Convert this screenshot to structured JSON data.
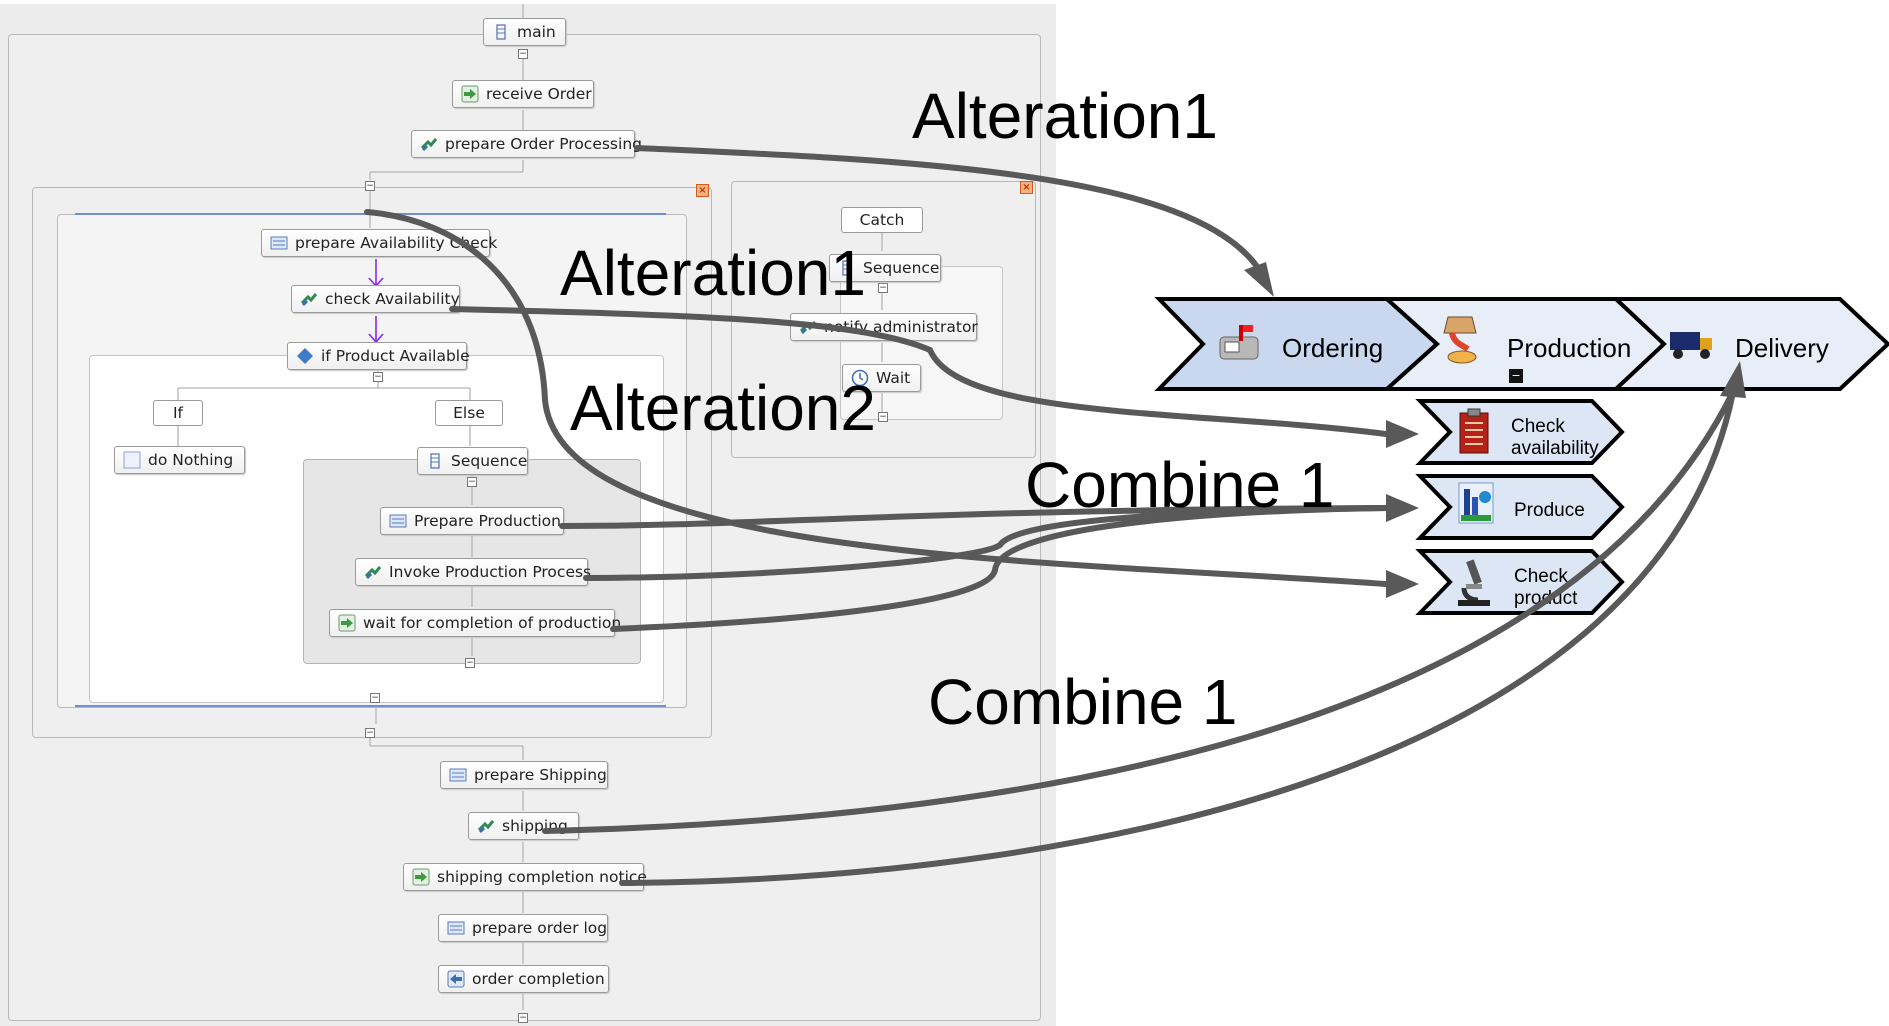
{
  "workflow": {
    "main": "main",
    "receive_order": "receive Order",
    "prepare_order_processing": "prepare Order Processing",
    "prepare_availability_check": "prepare Availability Check",
    "check_availability": "check Availability",
    "if_product_available": "if Product Available",
    "if_label": "If",
    "do_nothing": "do Nothing",
    "else_label": "Else",
    "sequence": "Sequence",
    "prepare_production": "Prepare Production",
    "invoke_production_process": "Invoke Production Process",
    "wait_for_completion": "wait for completion of production",
    "catch_label": "Catch",
    "catch_sequence": "Sequence",
    "notify_administrator": "notify administrator",
    "wait": "Wait",
    "prepare_shipping": "prepare Shipping",
    "shipping": "shipping",
    "shipping_completion_notice": "shipping completion notice",
    "prepare_order_log": "prepare order log",
    "order_completion": "order completion"
  },
  "annotations": {
    "alteration1_top": "Alteration1",
    "alteration1_mid": "Alteration1",
    "alteration2": "Alteration2",
    "combine1_top": "Combine 1",
    "combine1_bottom": "Combine 1"
  },
  "process_map": {
    "stages": [
      "Ordering",
      "Production",
      "Delivery"
    ],
    "subprocesses": {
      "check_availability": "Check\navailability",
      "produce": "Produce",
      "check_product": "Check\nproduct"
    }
  },
  "icons": {
    "sequence": "sequence-icon",
    "receive": "receive-arrow-icon",
    "invoke": "invoke-icon",
    "assign": "assign-icon",
    "if": "diamond-icon",
    "empty": "empty-icon",
    "wait": "clock-icon",
    "reply": "reply-icon",
    "ordering": "mailbox-icon",
    "production": "factory-pour-icon",
    "delivery": "truck-icon",
    "check_availability": "clipboard-icon",
    "produce": "factory-icon",
    "check_product": "microscope-icon"
  },
  "colors": {
    "stage_active": "#c9d8ee",
    "stage_inactive": "#e7eef8",
    "arrow": "#595959",
    "connector": "#8a2be2"
  }
}
